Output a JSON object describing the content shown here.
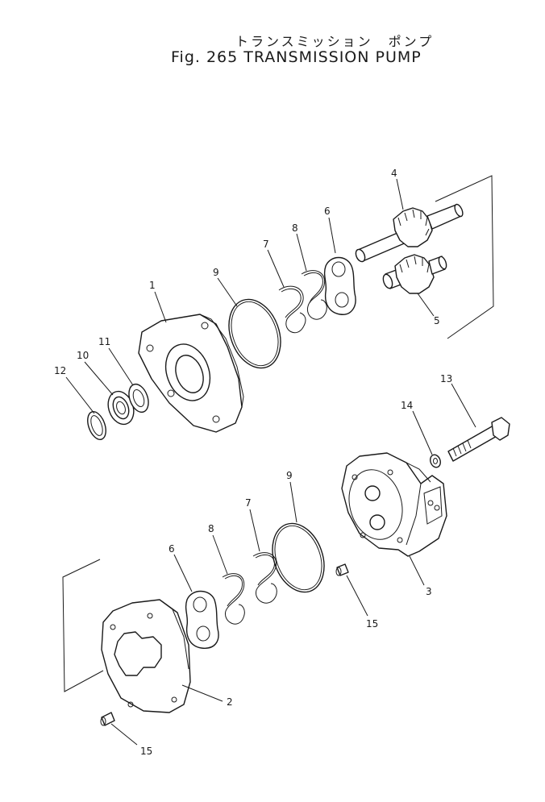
{
  "figure": {
    "title_jp": "トランスミッション　ポンプ",
    "title_en": "Fig. 265  TRANSMISSION  PUMP"
  },
  "callouts": [
    {
      "id": "c1",
      "text": "1"
    },
    {
      "id": "c2",
      "text": "2"
    },
    {
      "id": "c3",
      "text": "3"
    },
    {
      "id": "c4",
      "text": "4"
    },
    {
      "id": "c5",
      "text": "5"
    },
    {
      "id": "c6a",
      "text": "6"
    },
    {
      "id": "c6b",
      "text": "6"
    },
    {
      "id": "c7a",
      "text": "7"
    },
    {
      "id": "c7b",
      "text": "7"
    },
    {
      "id": "c8a",
      "text": "8"
    },
    {
      "id": "c8b",
      "text": "8"
    },
    {
      "id": "c9a",
      "text": "9"
    },
    {
      "id": "c9b",
      "text": "9"
    },
    {
      "id": "c10",
      "text": "10"
    },
    {
      "id": "c11",
      "text": "11"
    },
    {
      "id": "c12",
      "text": "12"
    },
    {
      "id": "c13",
      "text": "13"
    },
    {
      "id": "c14",
      "text": "14"
    },
    {
      "id": "c15a",
      "text": "15"
    },
    {
      "id": "c15b",
      "text": "15"
    }
  ]
}
